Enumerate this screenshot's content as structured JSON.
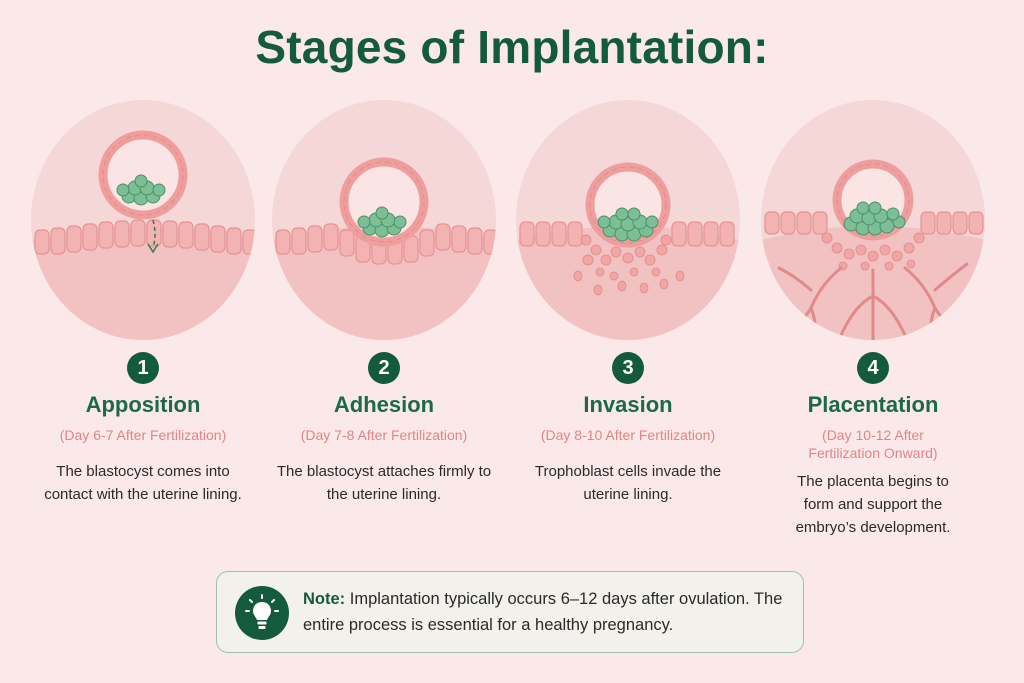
{
  "title": "Stages of Implantation:",
  "stages": [
    {
      "number": "1",
      "name": "Apposition",
      "days": "(Day 6-7 After Fertilization)",
      "description": "The blastocyst comes into contact with the uterine lining."
    },
    {
      "number": "2",
      "name": "Adhesion",
      "days": "(Day 7-8 After Fertilization)",
      "description": "The blastocyst attaches firmly to the uterine lining."
    },
    {
      "number": "3",
      "name": "Invasion",
      "days": "(Day 8-10 After Fertilization)",
      "description": "Trophoblast cells invade the uterine lining."
    },
    {
      "number": "4",
      "name": "Placentation",
      "days": "(Day 10-12 After Fertilization Onward)",
      "description": "The placenta begins to form and support the embryo’s development."
    }
  ],
  "note": {
    "label": "Note:",
    "text": "Implantation typically occurs 6–12 days after ovulation. The entire process is essential for a healthy pregnancy."
  },
  "icons": [
    "lightbulb-icon"
  ],
  "colors": {
    "accent": "#145a3c",
    "heading": "#1a6b45",
    "days": "#e08585",
    "background": "#fbe9e9"
  }
}
